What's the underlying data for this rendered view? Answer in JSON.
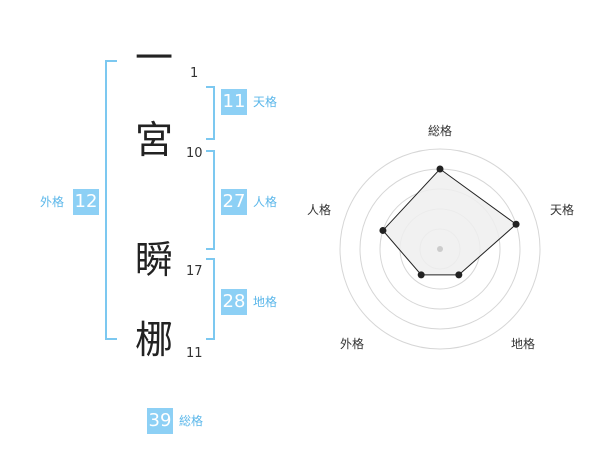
{
  "name": {
    "chars": [
      {
        "char": "一",
        "strokes": "1"
      },
      {
        "char": "宮",
        "strokes": "10"
      },
      {
        "char": "瞬",
        "strokes": "17"
      },
      {
        "char": "梛",
        "strokes": "11"
      }
    ]
  },
  "fortune": {
    "tenkaku": {
      "value": "11",
      "label": "天格"
    },
    "jinkaku": {
      "value": "27",
      "label": "人格"
    },
    "chikaku": {
      "value": "28",
      "label": "地格"
    },
    "gaikaku": {
      "value": "12",
      "label": "外格"
    },
    "soukaku": {
      "value": "39",
      "label": "総格"
    }
  },
  "colors": {
    "accent": "#8dd0f5",
    "accent_text": "#5bb7ea",
    "bracket": "#7cc8f0"
  },
  "chart_data": {
    "type": "radar",
    "axes": [
      "総格",
      "天格",
      "地格",
      "外格",
      "人格"
    ],
    "values": [
      4,
      4,
      1.6,
      1.6,
      3
    ],
    "max": 5,
    "rings": 5
  }
}
